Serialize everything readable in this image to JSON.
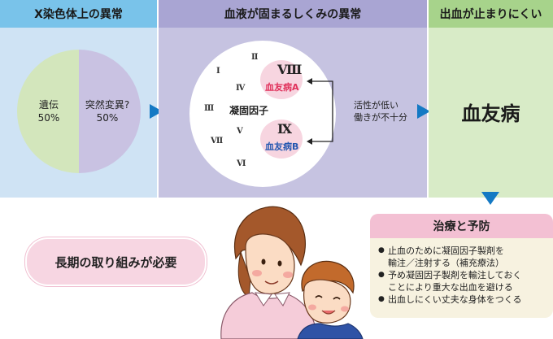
{
  "panels": {
    "x_chromosome": {
      "title": "X染色体上の異常"
    },
    "clotting": {
      "title": "血液が固まるしくみの異常"
    },
    "bleeding": {
      "title": "出血が止まりにくい"
    }
  },
  "pie": {
    "slices": [
      {
        "label": "遺伝",
        "value_text": "50%",
        "value": 50,
        "color": "#d3e6bc"
      },
      {
        "label": "突然変異?",
        "value_text": "50%",
        "value": 50,
        "color": "#c9c2e2"
      }
    ]
  },
  "factors": {
    "center_label": "凝固因子",
    "numerals": [
      "Ⅰ",
      "Ⅱ",
      "Ⅲ",
      "Ⅳ",
      "Ⅴ",
      "Ⅵ",
      "Ⅶ"
    ],
    "factor8": {
      "numeral": "Ⅷ",
      "disease": "血友病A"
    },
    "factor9": {
      "numeral": "Ⅸ",
      "disease": "血友病B"
    },
    "note_line1": "活性が低い",
    "note_line2": "働きが不十分"
  },
  "result": {
    "label": "血友病"
  },
  "care": {
    "title": "治療と予防",
    "items": [
      "止血のために凝固因子製剤を",
      "輸注／注射する（補充療法）",
      "予め凝固因子製剤を輸注しておく",
      "ことにより重大な出血を避ける",
      "出血しにくい丈夫な身体をつくる"
    ]
  },
  "longterm": {
    "label": "長期の取り組みが必要"
  },
  "colors": {
    "arrow": "#1479c4",
    "disease_text": "#e0305a",
    "factor9_disease": "#2457b0"
  }
}
